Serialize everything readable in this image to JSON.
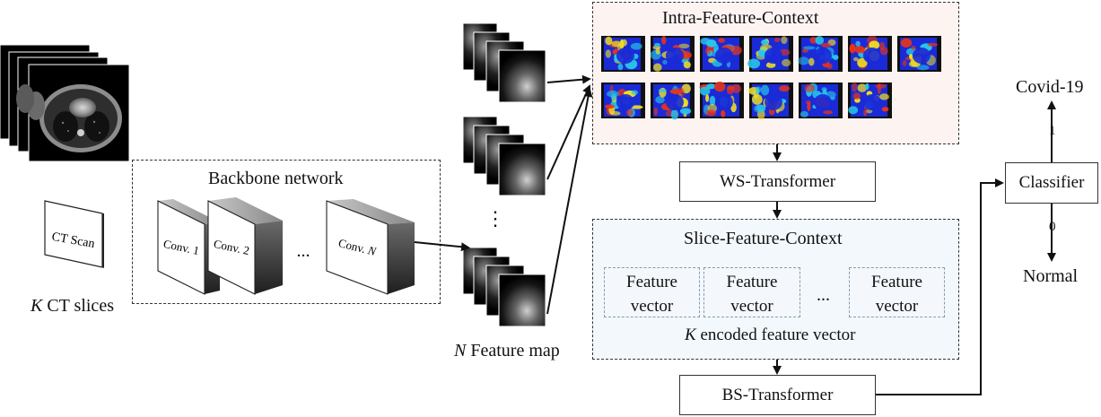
{
  "input": {
    "label_var": "K",
    "label_text": " CT slices",
    "ct_card": "CT Scan"
  },
  "backbone": {
    "title": "Backbone network",
    "conv1": "Conv. 1",
    "conv2": "Conv. 2",
    "ellipsis": "...",
    "convN_prefix": "Conv. ",
    "convN_var": "N"
  },
  "feature_maps": {
    "ellipsis": "⋮",
    "label_var": "N",
    "label_text": " Feature map"
  },
  "intra": {
    "title": "Intra-Feature-Context"
  },
  "ws": {
    "label": "WS-Transformer"
  },
  "slice": {
    "title": "Slice-Feature-Context",
    "vectors": [
      {
        "line1": "Feature",
        "line2": "vector"
      },
      {
        "line1": "Feature",
        "line2": "vector"
      },
      {
        "line1": "Feature",
        "line2": "vector"
      }
    ],
    "ellipsis": "...",
    "caption_var": "K",
    "caption_text": " encoded feature vector"
  },
  "bs": {
    "label": "BS-Transformer"
  },
  "classifier": {
    "label": "Classifier",
    "top_output": "Covid-19",
    "bottom_output": "Normal",
    "top_value": "1",
    "bottom_value": "0"
  },
  "colors": {
    "intra_bg": "#fdf4f2",
    "slice_bg": "#f3f8fc",
    "heat_blue": "#1a2ad6",
    "heat_cyan": "#28c8e8",
    "heat_yellow": "#f0e020",
    "heat_red": "#e83418"
  }
}
